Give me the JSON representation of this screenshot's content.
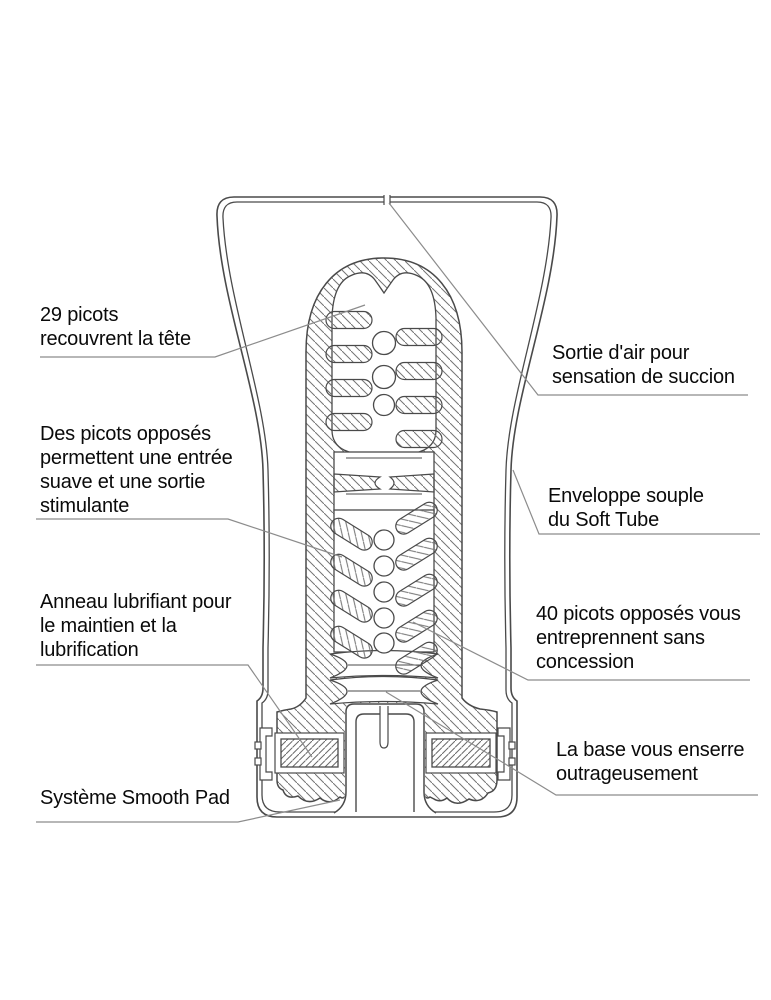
{
  "diagram": {
    "kind": "product-cross-section",
    "colors": {
      "background": "#ffffff",
      "outline": "#4a4a4a",
      "hatch": "#757575",
      "leader_line": "#8c8c8c",
      "label_text": "#0a0a0a"
    }
  },
  "callouts": {
    "head_picots": {
      "lines": [
        "29 picots",
        "recouvrent la tête"
      ]
    },
    "opposed_picots": {
      "lines": [
        "Des picots opposés",
        "permettent une entrée",
        "suave et une sortie",
        "stimulante"
      ]
    },
    "lubricant_ring": {
      "lines": [
        "Anneau lubrifiant pour",
        "le maintien et la",
        "lubrification"
      ]
    },
    "smooth_pad": {
      "lines": [
        "Système Smooth Pad"
      ]
    },
    "air_outlet": {
      "lines": [
        "Sortie d'air pour",
        "sensation de succion"
      ]
    },
    "soft_tube": {
      "lines": [
        "Enveloppe souple",
        "du Soft Tube"
      ]
    },
    "forty_picots": {
      "lines": [
        "40 picots opposés vous",
        "entreprennent sans",
        "concession"
      ]
    },
    "base_grip": {
      "lines": [
        "La base vous enserre",
        "outrageusement"
      ]
    }
  }
}
